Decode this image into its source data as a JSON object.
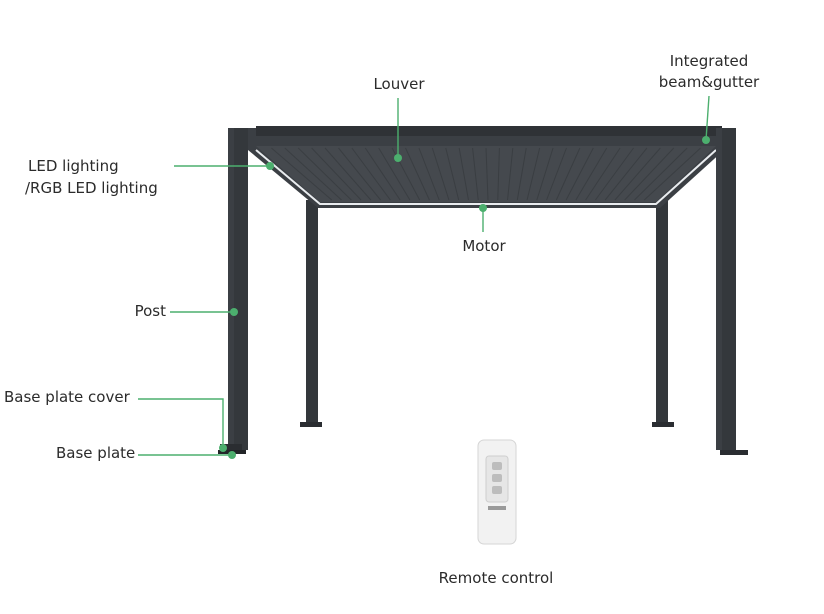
{
  "labels": {
    "louver": "Louver",
    "integrated_line1": "Integrated",
    "integrated_line2": "beam&gutter",
    "led_line1": "LED lighting",
    "led_line2": "/RGB LED lighting",
    "motor": "Motor",
    "post": "Post",
    "base_plate_cover": "Base plate cover",
    "base_plate": "Base plate",
    "remote_control": "Remote control"
  },
  "colors": {
    "frame": "#3b3f44",
    "frame_dark": "#2a2d31",
    "louver": "#464a4f",
    "leader": "#4caf6e",
    "led_strip": "#e9ecef",
    "remote_body": "#f2f2f2"
  }
}
